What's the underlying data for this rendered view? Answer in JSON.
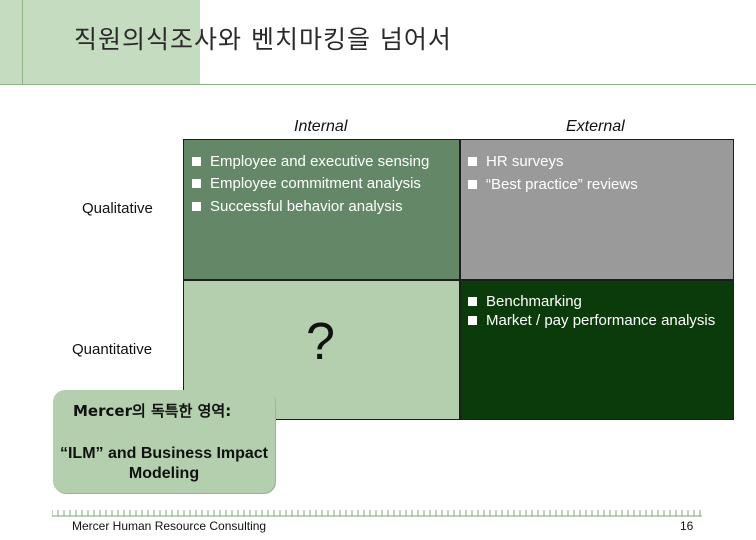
{
  "title": "직원의식조사와 벤치마킹을 넘어서",
  "columns": {
    "internal": "Internal",
    "external": "External"
  },
  "rows": {
    "qualitative": "Qualitative",
    "quantitative": "Quantitative"
  },
  "cells": {
    "qualitative_internal": [
      "Employee and executive sensing",
      "Employee commitment analysis",
      "Successful behavior analysis"
    ],
    "qualitative_external": [
      "HR surveys",
      "“Best practice” reviews"
    ],
    "quantitative_internal": "?",
    "quantitative_external": [
      "Benchmarking",
      "Market / pay performance analysis"
    ]
  },
  "callout": {
    "heading": "Mercer의 독특한 영역:",
    "body": "“ILM” and Business Impact Modeling"
  },
  "footer": {
    "company": "Mercer Human Resource Consulting",
    "page_number": "16"
  },
  "colors": {
    "qual_internal": "#648767",
    "qual_external": "#9a9a9a",
    "quant_internal": "#b3cfad",
    "quant_external": "#0b3a0b",
    "header_block": "#c6dcc1"
  }
}
